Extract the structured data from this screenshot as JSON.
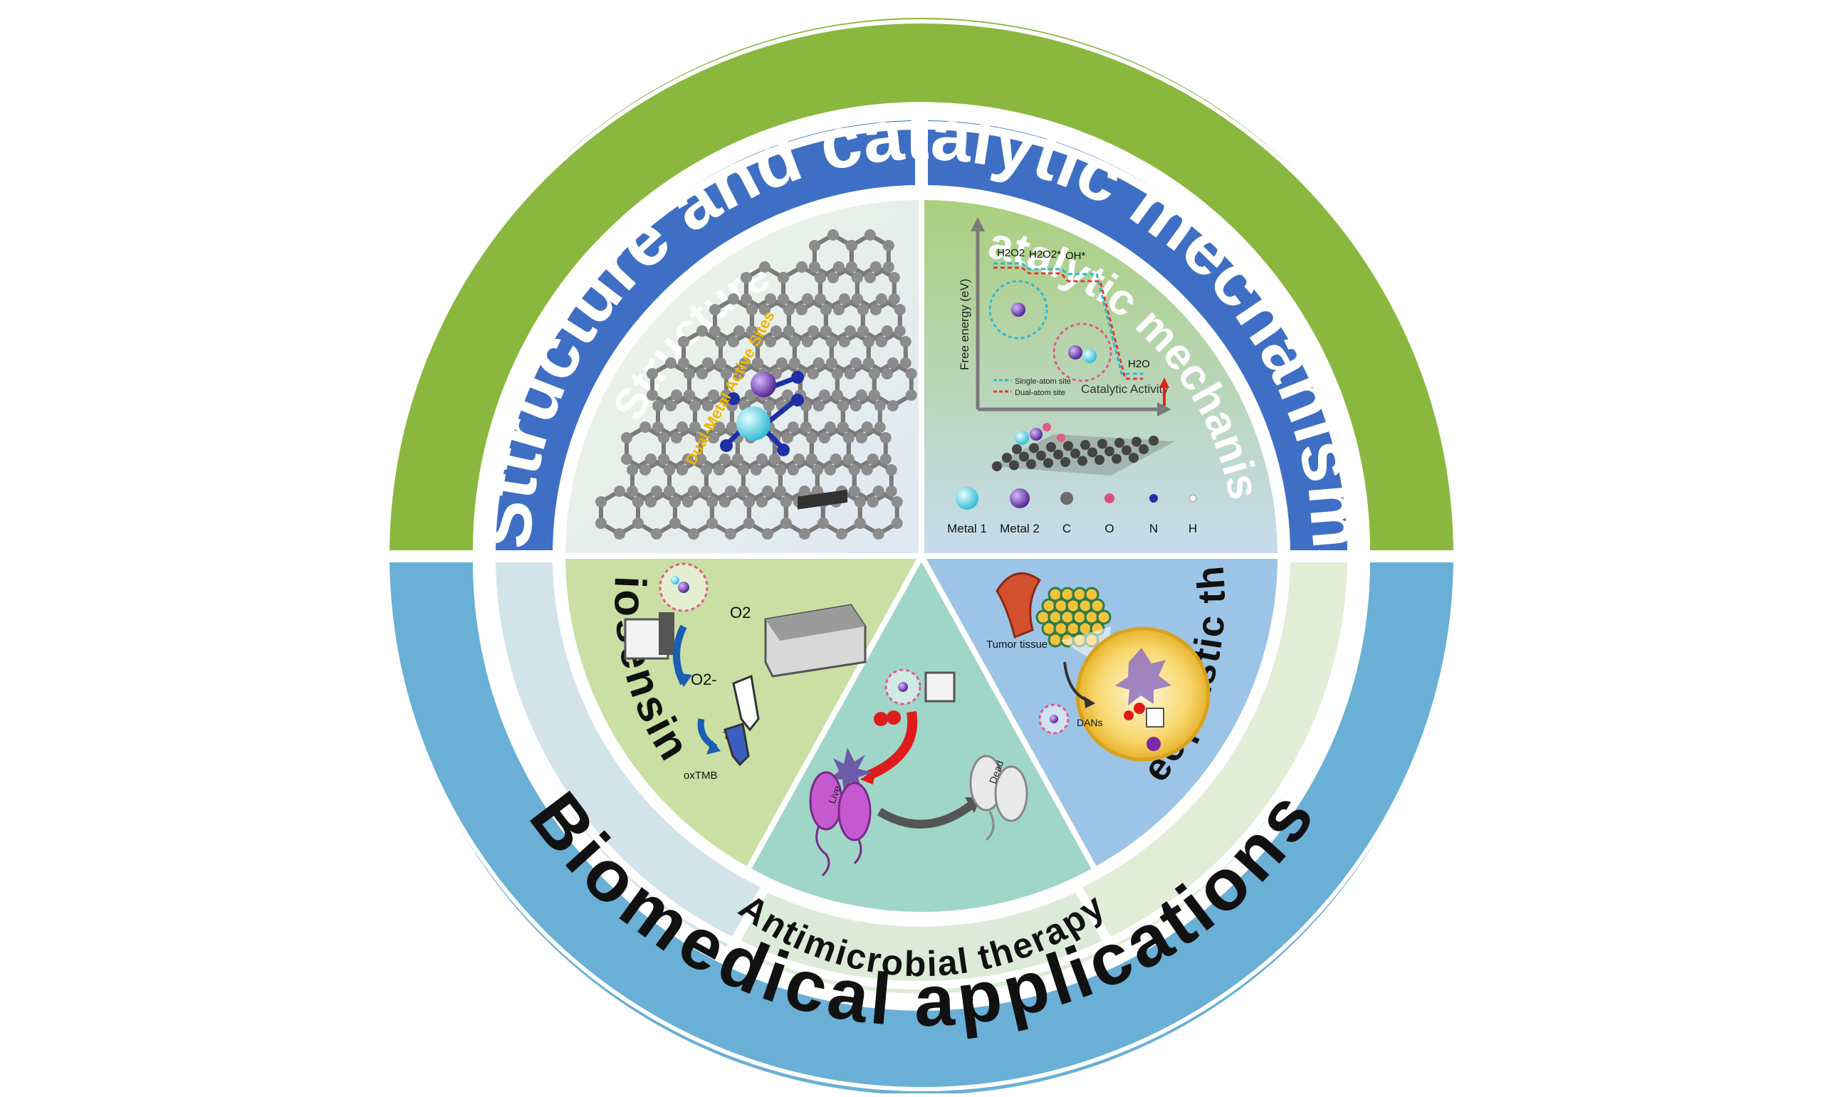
{
  "outer_ring": {
    "top_title": "Sttructure and catalytic mechanism",
    "bottom_title": "Biomedical applications",
    "top_color": "#8ab83f",
    "bottom_color": "#6aafd6"
  },
  "sections": {
    "structure": {
      "title": "Structure",
      "band_color": "#3f6fc4"
    },
    "catalytic": {
      "title": "Catalytic mechanism",
      "band_color": "#3f6fc4"
    },
    "biosensing": {
      "title": "Biosensing"
    },
    "antimicrobial": {
      "title": "Antimicrobial therapy"
    },
    "antineoplastic": {
      "title": "Antineoplastic therapy"
    }
  },
  "panels": {
    "structure": {
      "sites_label": "Dual-Metal Active Sites"
    },
    "catalytic": {
      "y_axis": "Free energy (eV)",
      "x_axis": "Catalytic Activity",
      "species": [
        "H2O2",
        "H2O2*",
        "OH*",
        "H2O"
      ],
      "legend_single": "Single-atom site",
      "legend_dual": "Dual-atom site",
      "atoms": [
        "Metal 1",
        "Metal 2",
        "C",
        "O",
        "N",
        "H"
      ]
    },
    "biosensing": {
      "o2": "O2",
      "o2_minus": "O2-",
      "tmb": "TMB",
      "oxtmb": "oxTMB"
    },
    "antimicrobial": {
      "live": "Live",
      "dead": "Dead"
    },
    "antineoplastic": {
      "tumor": "Tumor tissue",
      "dans": "DANs"
    }
  }
}
